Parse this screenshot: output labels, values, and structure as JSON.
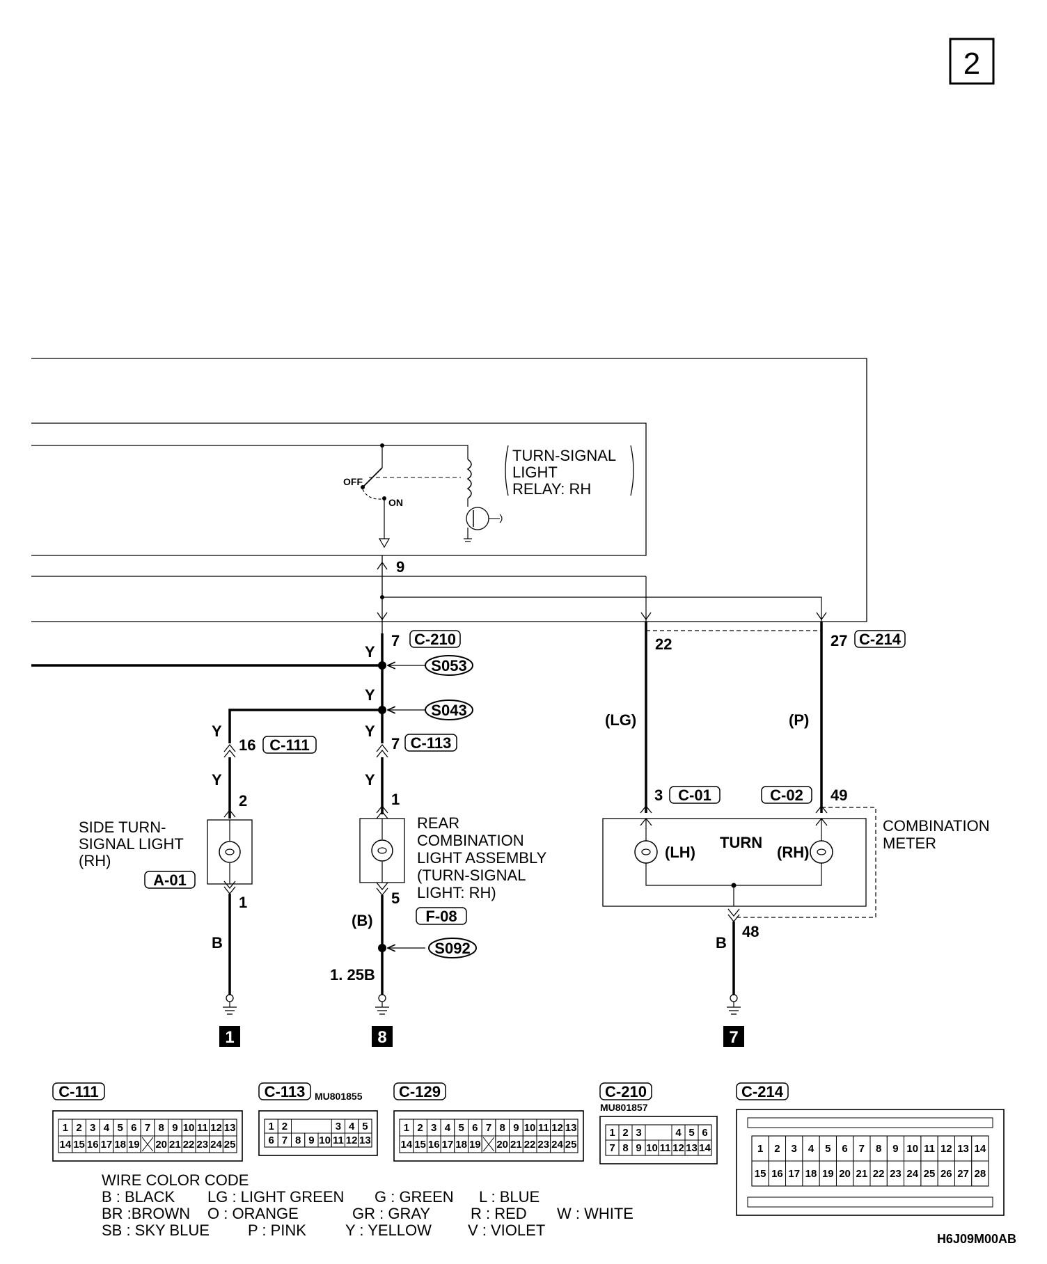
{
  "page_number": "2",
  "relay_label": [
    "TURN-SIGNAL",
    "LIGHT",
    "RELAY: RH"
  ],
  "switch": {
    "off": "OFF",
    "on": "ON"
  },
  "pins": {
    "relay_out": "9",
    "c210_pin": "7",
    "c214_lh": "22",
    "c214_rh": "27",
    "c111_pin": "16",
    "c113_pin": "7",
    "side_top": "2",
    "side_bottom": "1",
    "rear_top": "1",
    "rear_bottom": "5",
    "meter_lh": "3",
    "meter_rh": "49",
    "meter_gnd": "48"
  },
  "connectors": {
    "c210": "C-210",
    "c214": "C-214",
    "c111": "C-111",
    "c113": "C-113",
    "c01": "C-01",
    "c02": "C-02",
    "a01": "A-01",
    "f08": "F-08"
  },
  "splices": {
    "s053": "S053",
    "s043": "S043",
    "s092": "S092"
  },
  "wires": {
    "y": "Y",
    "b": "B",
    "b_paren": "(B)",
    "lg": "(LG)",
    "p": "(P)",
    "gauge": "1. 25B"
  },
  "components": {
    "side_light": [
      "SIDE TURN-",
      "SIGNAL LIGHT",
      "(RH)"
    ],
    "rear_light": [
      "REAR",
      "COMBINATION",
      "LIGHT ASSEMBLY",
      "(TURN-SIGNAL",
      "LIGHT: RH)"
    ],
    "meter": [
      "COMBINATION",
      "METER"
    ],
    "turn": "TURN",
    "lh": "(LH)",
    "rh": "(RH)"
  },
  "grounds": {
    "g1": "1",
    "g8": "8",
    "g7": "7"
  },
  "connector_views": [
    {
      "name": "C-111",
      "part": "",
      "rows": [
        [
          "1",
          "2",
          "3",
          "4",
          "5",
          "6",
          "7",
          "8",
          "9",
          "10",
          "11",
          "12",
          "13"
        ],
        [
          "14",
          "15",
          "16",
          "17",
          "18",
          "19",
          "X",
          "20",
          "21",
          "22",
          "23",
          "24",
          "25"
        ]
      ]
    },
    {
      "name": "C-113",
      "part": "MU801855",
      "rows": [
        [
          "1",
          "2",
          "",
          "",
          "",
          "3",
          "4",
          "5"
        ],
        [
          "6",
          "7",
          "8",
          "9",
          "10",
          "11",
          "12",
          "13"
        ]
      ]
    },
    {
      "name": "C-129",
      "part": "",
      "rows": [
        [
          "1",
          "2",
          "3",
          "4",
          "5",
          "6",
          "7",
          "8",
          "9",
          "10",
          "11",
          "12",
          "13"
        ],
        [
          "14",
          "15",
          "16",
          "17",
          "18",
          "19",
          "X",
          "20",
          "21",
          "22",
          "23",
          "24",
          "25"
        ]
      ]
    },
    {
      "name": "C-210",
      "part": "MU801857",
      "rows": [
        [
          "1",
          "2",
          "3",
          "",
          "",
          "4",
          "5",
          "6"
        ],
        [
          "7",
          "8",
          "9",
          "10",
          "11",
          "12",
          "13",
          "14"
        ]
      ]
    },
    {
      "name": "C-214",
      "part": "",
      "rows": [
        [
          "1",
          "2",
          "3",
          "4",
          "5",
          "6",
          "7",
          "8",
          "9",
          "10",
          "11",
          "12",
          "13",
          "14"
        ],
        [
          "15",
          "16",
          "17",
          "18",
          "19",
          "20",
          "21",
          "22",
          "23",
          "24",
          "25",
          "26",
          "27",
          "28"
        ]
      ]
    }
  ],
  "color_code": {
    "title": "WIRE COLOR CODE",
    "lines": [
      [
        "B : BLACK",
        "LG : LIGHT GREEN",
        "G : GREEN",
        "L : BLUE",
        ""
      ],
      [
        "BR :BROWN",
        "O : ORANGE",
        "GR : GRAY",
        "R : RED",
        "W : WHITE"
      ],
      [
        "SB : SKY BLUE",
        "P : PINK",
        "Y : YELLOW",
        "V : VIOLET",
        ""
      ]
    ]
  },
  "figure_code": "H6J09M00AB"
}
